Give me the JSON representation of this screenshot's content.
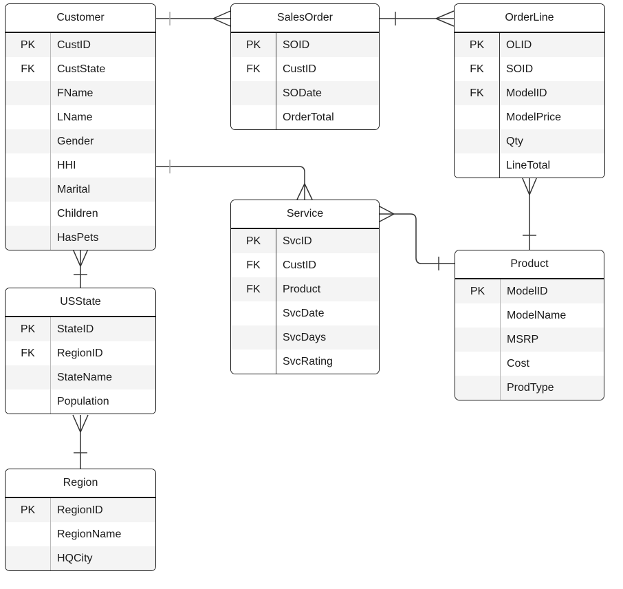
{
  "colors": {
    "background": "#ffffff",
    "entity_border": "#1a1a1a",
    "row_stripe": "#f4f4f4",
    "connector": "#333333"
  },
  "tables": {
    "customer": {
      "title": "Customer",
      "fields": [
        {
          "key": "PK",
          "name": "CustID"
        },
        {
          "key": "FK",
          "name": "CustState"
        },
        {
          "key": "",
          "name": "FName"
        },
        {
          "key": "",
          "name": "LName"
        },
        {
          "key": "",
          "name": "Gender"
        },
        {
          "key": "",
          "name": "HHI"
        },
        {
          "key": "",
          "name": "Marital"
        },
        {
          "key": "",
          "name": "Children"
        },
        {
          "key": "",
          "name": "HasPets"
        }
      ]
    },
    "sales_order": {
      "title": "SalesOrder",
      "fields": [
        {
          "key": "PK",
          "name": "SOID"
        },
        {
          "key": "FK",
          "name": "CustID"
        },
        {
          "key": "",
          "name": "SODate"
        },
        {
          "key": "",
          "name": "OrderTotal"
        }
      ]
    },
    "order_line": {
      "title": "OrderLine",
      "fields": [
        {
          "key": "PK",
          "name": "OLID"
        },
        {
          "key": "FK",
          "name": "SOID"
        },
        {
          "key": "FK",
          "name": "ModelID"
        },
        {
          "key": "",
          "name": "ModelPrice"
        },
        {
          "key": "",
          "name": "Qty"
        },
        {
          "key": "",
          "name": "LineTotal"
        }
      ]
    },
    "service": {
      "title": "Service",
      "fields": [
        {
          "key": "PK",
          "name": "SvcID"
        },
        {
          "key": "FK",
          "name": "CustID"
        },
        {
          "key": "FK",
          "name": "Product"
        },
        {
          "key": "",
          "name": "SvcDate"
        },
        {
          "key": "",
          "name": "SvcDays"
        },
        {
          "key": "",
          "name": "SvcRating"
        }
      ]
    },
    "product": {
      "title": "Product",
      "fields": [
        {
          "key": "PK",
          "name": "ModelID"
        },
        {
          "key": "",
          "name": "ModelName"
        },
        {
          "key": "",
          "name": "MSRP"
        },
        {
          "key": "",
          "name": "Cost"
        },
        {
          "key": "",
          "name": "ProdType"
        }
      ]
    },
    "us_state": {
      "title": "USState",
      "fields": [
        {
          "key": "PK",
          "name": "StateID"
        },
        {
          "key": "FK",
          "name": "RegionID"
        },
        {
          "key": "",
          "name": "StateName"
        },
        {
          "key": "",
          "name": "Population"
        }
      ]
    },
    "region": {
      "title": "Region",
      "fields": [
        {
          "key": "PK",
          "name": "RegionID"
        },
        {
          "key": "",
          "name": "RegionName"
        },
        {
          "key": "",
          "name": "HQCity"
        }
      ]
    }
  },
  "relationships": [
    {
      "from": "Customer",
      "to": "SalesOrder",
      "cardinality": "one-to-many"
    },
    {
      "from": "SalesOrder",
      "to": "OrderLine",
      "cardinality": "one-to-many"
    },
    {
      "from": "Customer",
      "to": "Service",
      "cardinality": "one-to-many"
    },
    {
      "from": "Customer",
      "to": "USState",
      "cardinality": "many-to-one"
    },
    {
      "from": "USState",
      "to": "Region",
      "cardinality": "many-to-one"
    },
    {
      "from": "Service",
      "to": "Product",
      "cardinality": "many-to-one"
    },
    {
      "from": "OrderLine",
      "to": "Product",
      "cardinality": "many-to-one"
    }
  ]
}
